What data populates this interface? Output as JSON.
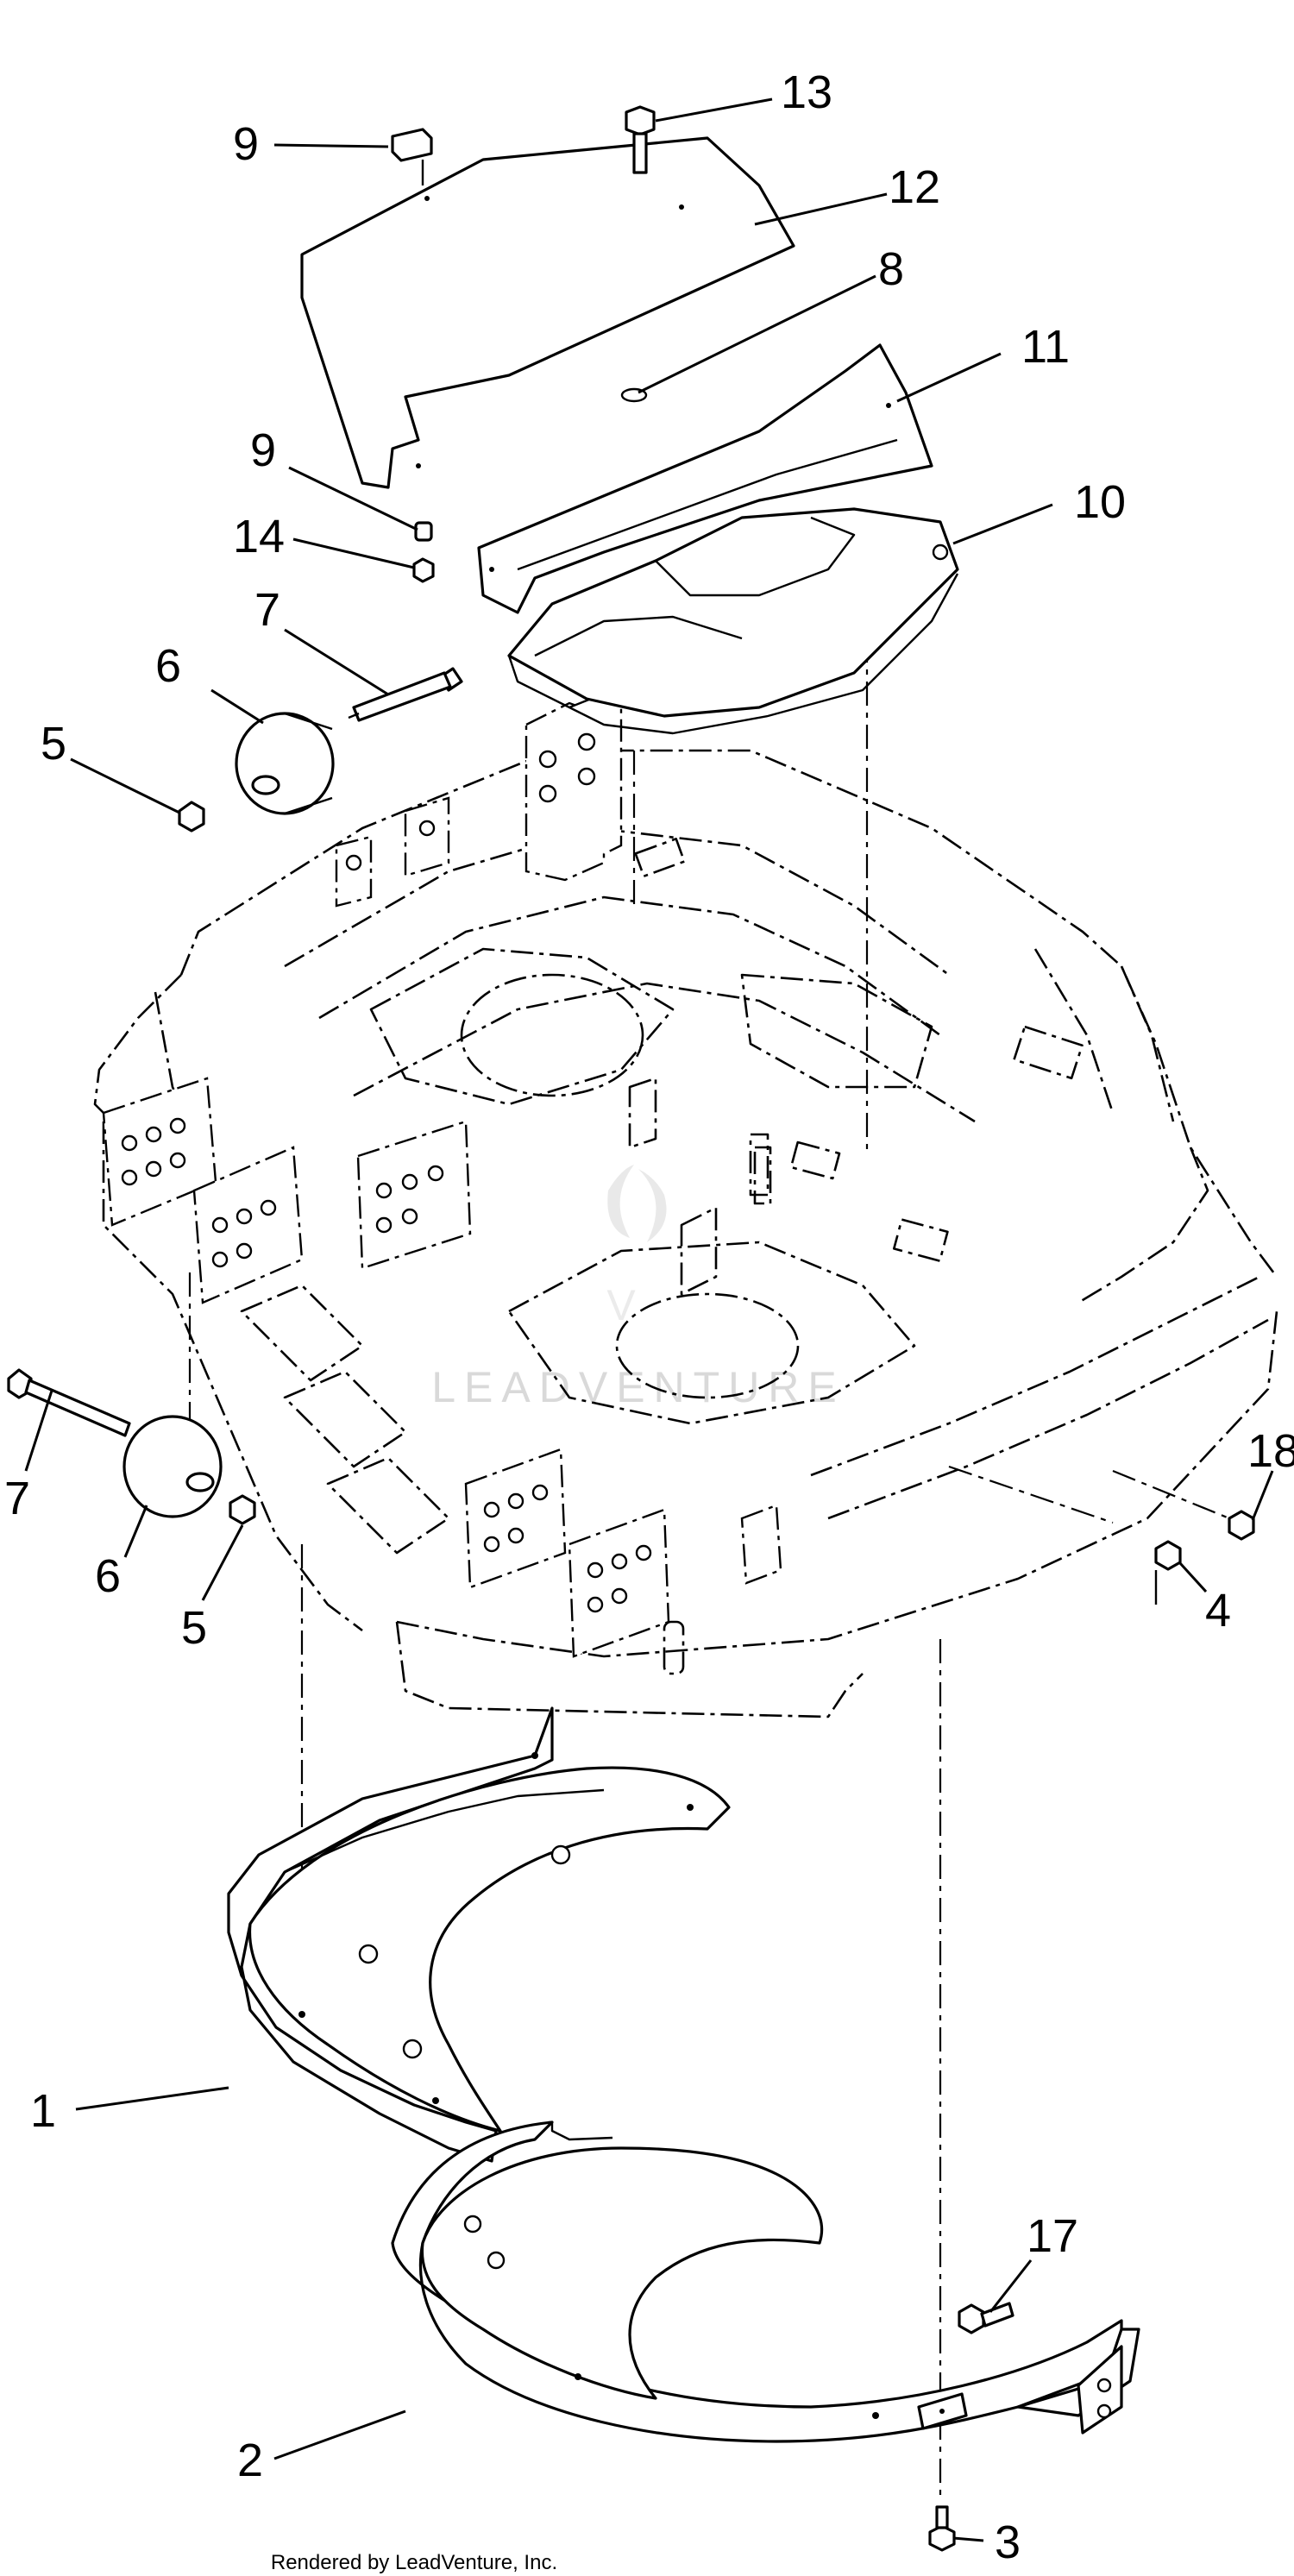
{
  "watermark": {
    "text": "LEADVENTURE"
  },
  "credit": {
    "text": "Rendered by LeadVenture, Inc."
  },
  "callouts": [
    {
      "label": "1"
    },
    {
      "label": "2"
    },
    {
      "label": "3"
    },
    {
      "label": "4"
    },
    {
      "label": "5"
    },
    {
      "label": "5"
    },
    {
      "label": "6"
    },
    {
      "label": "6"
    },
    {
      "label": "7"
    },
    {
      "label": "7"
    },
    {
      "label": "8"
    },
    {
      "label": "9"
    },
    {
      "label": "9"
    },
    {
      "label": "10"
    },
    {
      "label": "11"
    },
    {
      "label": "12"
    },
    {
      "label": "13"
    },
    {
      "label": "14"
    },
    {
      "label": "17"
    },
    {
      "label": "18"
    }
  ]
}
